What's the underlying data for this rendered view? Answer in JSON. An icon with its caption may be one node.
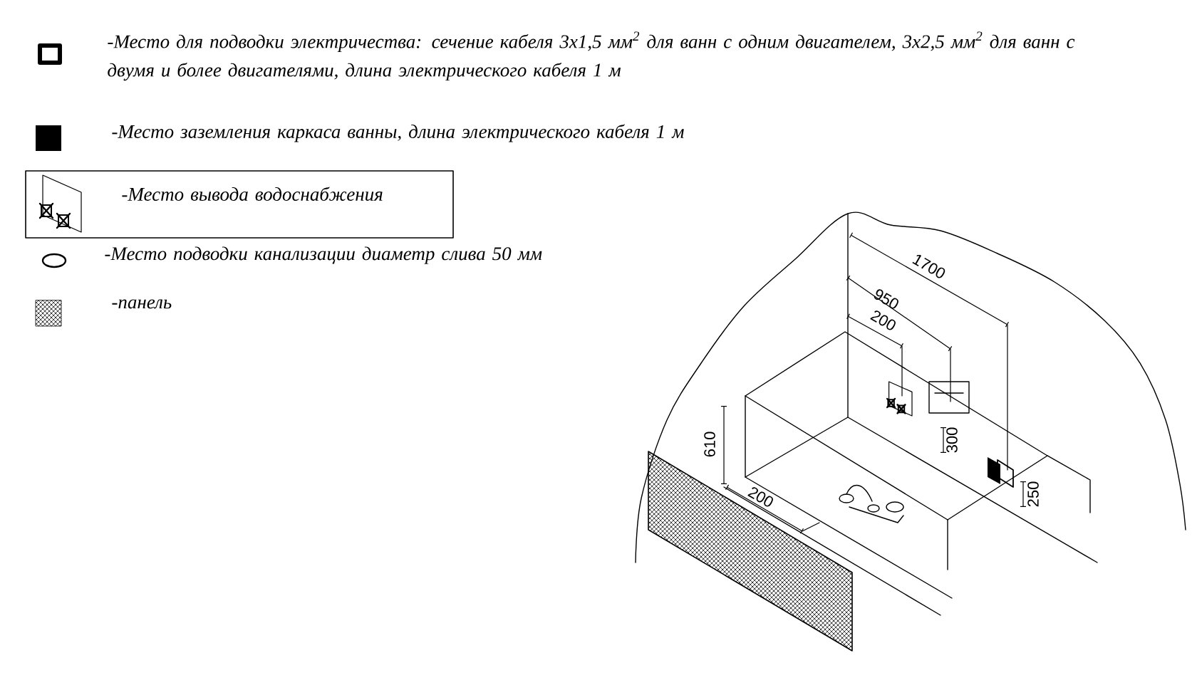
{
  "diagram": {
    "legend": [
      {
        "text": "-Место для подводки электричества: сечение кабеля 3х1,5 мм$^{2}$ для ванн с одним двигателем, 3х2,5 мм$^{2}$ для ванн с двумя и более двигателями, длина электрического кабеля 1 м"
      },
      {
        "text": "-Место заземления каркаса ванны, длина электрического кабеля 1 м"
      },
      {
        "text": "-Место вывода водоснабжения"
      },
      {
        "text": "-Место подводки канализации диаметр слива 50 мм"
      },
      {
        "text": "-панель"
      }
    ],
    "labels": [
      "1700",
      "950",
      "200",
      "610",
      "300",
      "200",
      "250"
    ]
  }
}
